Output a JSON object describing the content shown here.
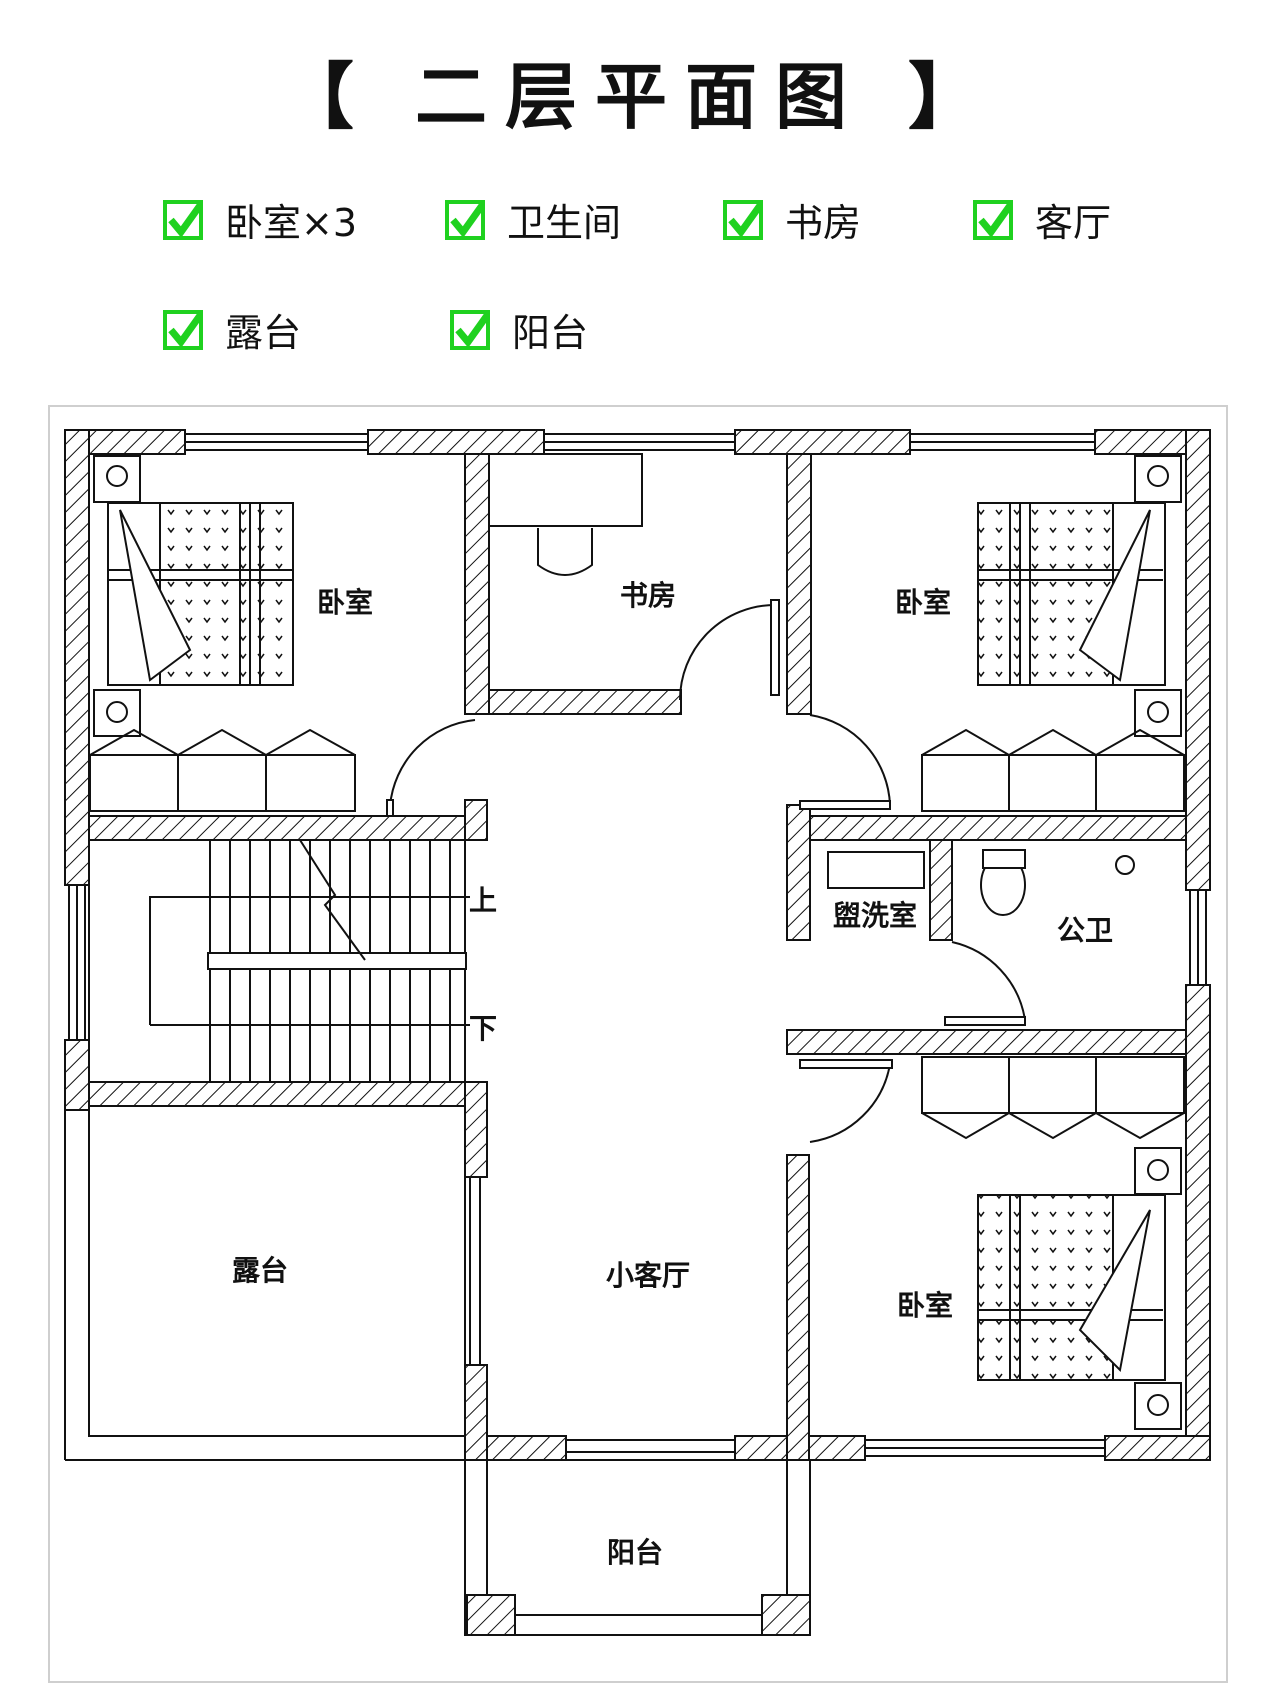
{
  "title": "【 二层平面图 】",
  "features": [
    {
      "icon": "checkmark-icon",
      "label": "卧室×3"
    },
    {
      "icon": "checkmark-icon",
      "label": "卫生间"
    },
    {
      "icon": "checkmark-icon",
      "label": "书房"
    },
    {
      "icon": "checkmark-icon",
      "label": "客厅"
    },
    {
      "icon": "checkmark-icon",
      "label": "露台"
    },
    {
      "icon": "checkmark-icon",
      "label": "阳台"
    }
  ],
  "rooms": {
    "bedroom_nw": "卧室",
    "study": "书房",
    "bedroom_ne": "卧室",
    "washroom": "盥洗室",
    "public_wc": "公卫",
    "terrace": "露台",
    "living": "小客厅",
    "bedroom_se": "卧室",
    "balcony": "阳台",
    "stair_up": "上",
    "stair_down": "下"
  },
  "colors": {
    "check": "#1fd11f",
    "line": "#111111"
  }
}
